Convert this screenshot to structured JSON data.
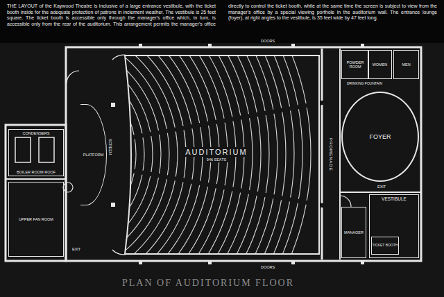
{
  "diagram": {
    "title": "PLAN OF AUDITORIUM FLOOR",
    "caption": "THE LAYOUT of the Kaywood Theatre is inclusive of a large entrance vestibule, with the ticket booth inside for the adequate protection of patrons in inclement weather. The vestibule is 25 feet square. The ticket booth is accessible only through the manager's office which, in turn, is accessible only from the rear of the auditorium. This arrangement permits the manager's office directly to control the ticket booth, while at the same time the screen is subject to view from the manager's office by a special viewing porthole in the auditorium wall. The entrance lounge (foyer), at right angles to the vestibule, is 35 feet wide by 47 feet long.",
    "nodes": [
      {
        "text": [
          "CONDENSERS",
          "BOILER ROOM ROOF"
        ]
      },
      {
        "text": [
          "UPPER FAN ROOM"
        ]
      },
      {
        "text": [
          "PLATFORM"
        ]
      },
      {
        "text": [
          "AUDITORIUM",
          "946 SEATS"
        ]
      },
      {
        "text": [
          "PROMENADE"
        ]
      },
      {
        "text": [
          "POWDER ROOM"
        ]
      },
      {
        "text": [
          "WOMEN"
        ]
      },
      {
        "text": [
          "MEN"
        ]
      },
      {
        "text": [
          "FOYER"
        ]
      },
      {
        "text": [
          "MANAGER"
        ]
      },
      {
        "text": [
          "VESTIBULE"
        ]
      },
      {
        "text": [
          "TICKET BOOTH"
        ],
        "in": 10
      }
    ],
    "labels": [
      "DOORS",
      "DRINKING FOUNTAIN",
      "SCREEN",
      "EXIT",
      "EXIT",
      "DOORS"
    ]
  }
}
